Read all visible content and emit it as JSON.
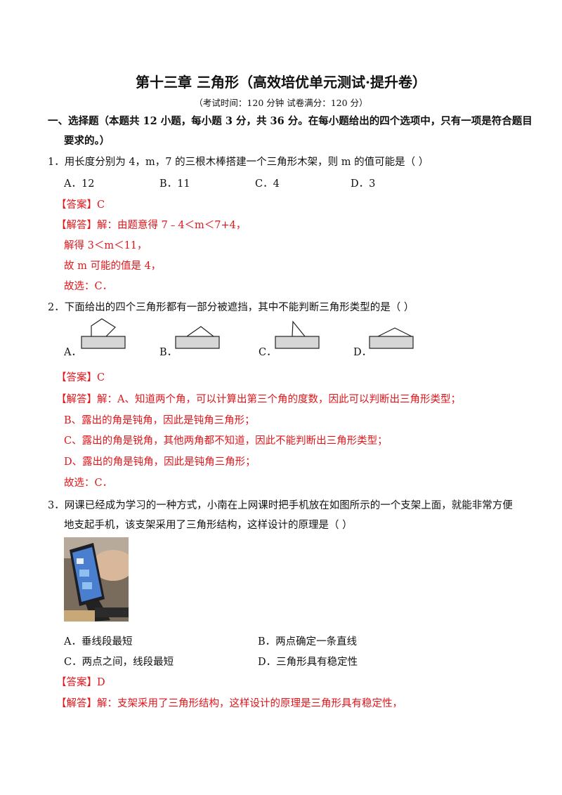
{
  "title": "第十三章  三角形（高效培优单元测试·提升卷）",
  "subtitle": "（考试时间：120 分钟   试卷满分：120 分）",
  "section": {
    "line1": "一、选择题（本题共 12 小题，每小题 3 分，共 36 分。在每小题给出的四个选项中，只有一项是符合题目",
    "line2": "要求的。）"
  },
  "q1": {
    "stem": "1．用长度分别为 4，m，7 的三根木棒搭建一个三角形木架，则 m 的值可能是（        ）",
    "options": [
      "A．12",
      "B．11",
      "C．4",
      "D．3"
    ],
    "answer": "【答案】C",
    "solution": [
      "【解答】解：由题意得 7﹣4＜m＜7+4，",
      "解得 3＜m＜11，",
      "故 m 可能的值是 4，",
      "故选：C．"
    ]
  },
  "q2": {
    "stem": "2．下面给出的四个三角形都有一部分被遮挡，其中不能判断三角形类型的是（        ）",
    "options": [
      "A．",
      "B．",
      "C．",
      "D．"
    ],
    "answer": "【答案】C",
    "solution": [
      "【解答】解：A、知道两个角，可以计算出第三个角的度数，因此可以判断出三角形类型；",
      "B、露出的角是钝角，因此是钝角三角形；",
      "C、露出的角是锐角，其他两角都不知道，因此不能判断出三角形类型；",
      "D、露出的角是钝角，因此是钝角三角形；",
      "故选：C．"
    ]
  },
  "q3": {
    "stem1": "3．网课已经成为学习的一种方式，小南在上网课时把手机放在如图所示的一个支架上面，就能非常方便",
    "stem2": "地支起手机，该支架采用了三角形结构，这样设计的原理是（        ）",
    "options": [
      "A．垂线段最短",
      "B．两点确定一条直线",
      "C．两点之间，线段最短",
      "D．三角形具有稳定性"
    ],
    "answer": "【答案】D",
    "solution": [
      "【解答】解：支架采用了三角形结构，这样设计的原理是三角形具有稳定性，"
    ]
  }
}
